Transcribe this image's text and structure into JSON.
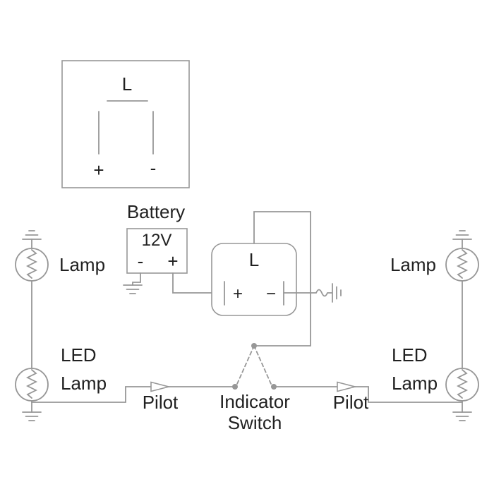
{
  "colors": {
    "wire": "#979797",
    "text": "#212121",
    "background": "#ffffff"
  },
  "pinout": {
    "relay_label": "L",
    "plus": "+",
    "minus": "-"
  },
  "battery": {
    "label": "Battery",
    "voltage": "12V",
    "neg": "-",
    "pos": "+"
  },
  "relay": {
    "label": "L",
    "pos": "+",
    "neg": "−"
  },
  "left_branch": {
    "lamp_label": "Lamp",
    "led_label_line1": "LED",
    "led_label_line2": "Lamp",
    "pilot_label": "Pilot"
  },
  "right_branch": {
    "lamp_label": "Lamp",
    "led_label_line1": "LED",
    "led_label_line2": "Lamp",
    "pilot_label": "Pilot"
  },
  "switch": {
    "label_line1": "Indicator",
    "label_line2": "Switch"
  }
}
